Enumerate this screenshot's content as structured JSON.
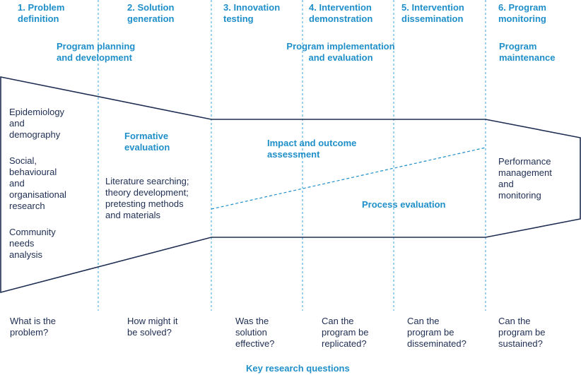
{
  "colors": {
    "accent": "#1f8fc9",
    "outline": "#1e2d52",
    "guides": "#3aa0d8"
  },
  "stages": [
    {
      "label": "1. Problem\ndefinition"
    },
    {
      "label": "2. Solution\ngeneration"
    },
    {
      "label": "3. Innovation\ntesting"
    },
    {
      "label": "4. Intervention\ndemonstration"
    },
    {
      "label": "5. Intervention\ndissemination"
    },
    {
      "label": "6. Program\nmonitoring"
    }
  ],
  "phases": [
    {
      "label": "Program planning\nand development"
    },
    {
      "label": "Program implementation\nand evaluation"
    },
    {
      "label": "Program\nmaintenance"
    }
  ],
  "left_text": {
    "epidemiology": "Epidemiology\nand\ndemography",
    "social": "Social,\nbehavioural\nand\norganisational\nresearch",
    "community": "Community\nneeds\nanalysis"
  },
  "formative": {
    "title": "Formative\nevaluation",
    "methods": "Literature searching;\ntheory development;\npretesting methods\nand materials"
  },
  "impact": "Impact and outcome\nassessment",
  "process": "Process evaluation",
  "performance": "Performance\nmanagement\nand\nmonitoring",
  "questions": [
    {
      "label": "What is the\nproblem?"
    },
    {
      "label": "How might it\nbe solved?"
    },
    {
      "label": "Was the\nsolution\neffective?"
    },
    {
      "label": "Can the\nprogram be\nreplicated?"
    },
    {
      "label": "Can the\nprogram be\ndisseminated?"
    },
    {
      "label": "Can the\nprogram be\nsustained?"
    }
  ],
  "footer": "Key research questions"
}
